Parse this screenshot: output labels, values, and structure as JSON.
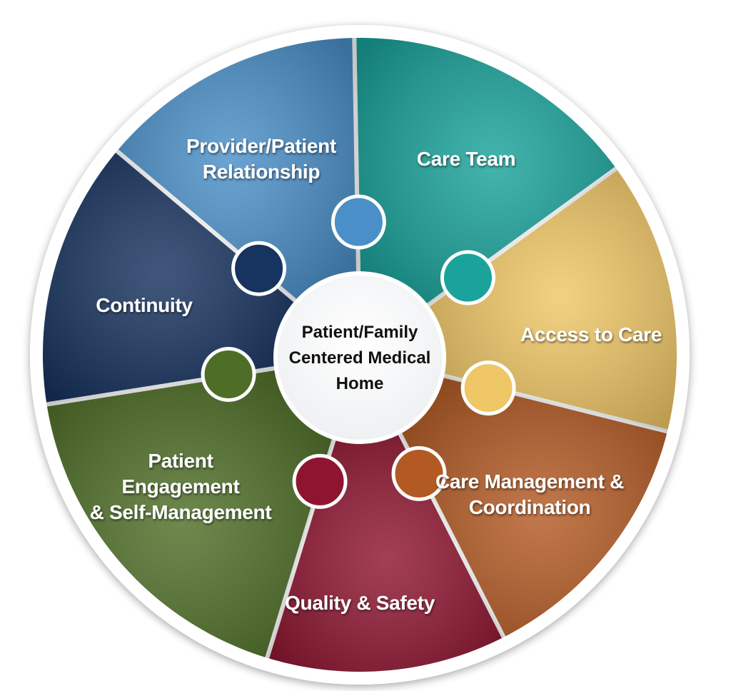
{
  "diagram": {
    "hub": {
      "lines": [
        "Patient/Family",
        "Centered Medical",
        "Home"
      ]
    },
    "segments": [
      {
        "id": "provider-patient-relationship",
        "lines": [
          "Provider/Patient",
          "Relationship"
        ],
        "color": "#1aa39b"
      },
      {
        "id": "care-team",
        "lines": [
          "Care Team"
        ],
        "color": "#f0c766"
      },
      {
        "id": "access-to-care",
        "lines": [
          "Access to Care"
        ],
        "color": "#b35a24"
      },
      {
        "id": "care-management-coordination",
        "lines": [
          "Care Management &",
          "Coordination"
        ],
        "color": "#8e1530"
      },
      {
        "id": "quality-safety",
        "lines": [
          "Quality & Safety"
        ],
        "color": "#4e6e27"
      },
      {
        "id": "patient-engagement",
        "lines": [
          "Patient",
          "Engagement",
          "& Self-Management"
        ],
        "color": "#17335f"
      },
      {
        "id": "continuity",
        "lines": [
          "Continuity"
        ],
        "color": "#4a8fc8"
      }
    ]
  }
}
